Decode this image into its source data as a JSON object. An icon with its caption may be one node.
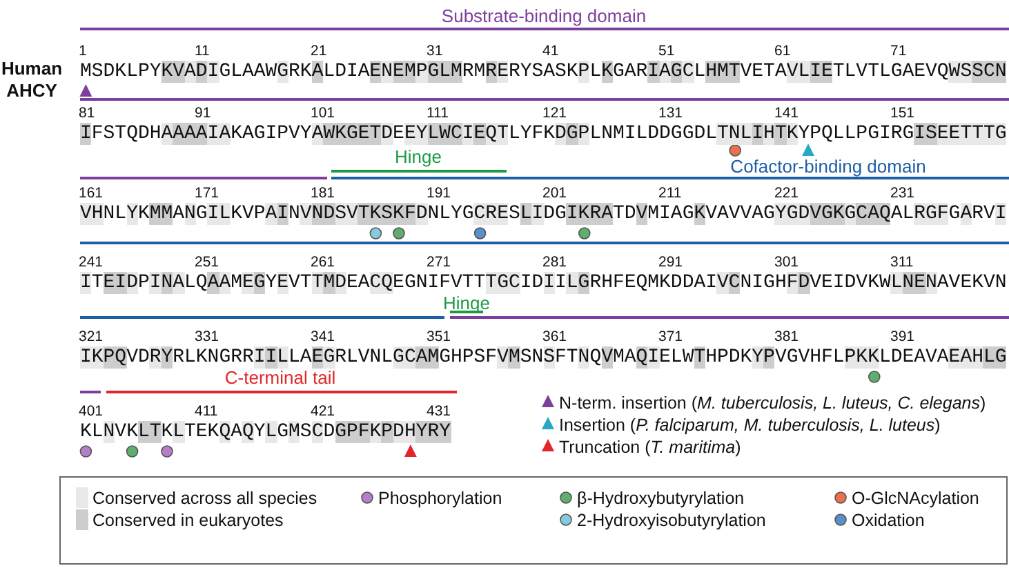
{
  "diagram": {
    "labels": [
      "Substrate-binding domain",
      "1",
      "11",
      "21",
      "31",
      "41",
      "51",
      "61",
      "71",
      "Human AHCY",
      "MSDKLPYKVADIGLAAWGRKALDIAENEMPGLMRMRERYSASKPLKGARIAGCLHMTVETAVLIETLVTLGAEVQWSSCN",
      "81",
      "91",
      "101",
      "111",
      "121",
      "131",
      "141",
      "151",
      "IFSTQDHAAAAIAKAGIPVYAWKGETDEEYLWCIEQTLYFKDGPLNMILDDGGDLTNLIHTKYPQLLPGIRGISEETTTG",
      "Hinge",
      "Cofactor-binding domain",
      "161",
      "171",
      "181",
      "191",
      "201",
      "211",
      "221",
      "231",
      "VHNLYKMMANGILKVPAINVNDSVTKSKFDNLYGCRESLIDGIKRATDVMIAGKVAVVAGYGDVGKGCAQALRGFGARVI",
      "241",
      "251",
      "261",
      "271",
      "281",
      "291",
      "301",
      "311",
      "ITEIDPINALQAAMEGYEVTTMDEACQEGNIFVTTTGCIDIILGRHFEQMKDDAIVCNIGHFDVEIDVKWLNENAVEKVN",
      "Hinge",
      "321",
      "331",
      "341",
      "351",
      "361",
      "371",
      "381",
      "391",
      "IKPQVDRYRLKNGRRIILLAEGRLVNLGCAMGHPSFVMSNSFTNQVMAQIELWTHPDKYPVGVHFLPKKLDEAVAEAHLG",
      "C-terminal tail",
      "401",
      "411",
      "421",
      "431",
      "KLNVKLTKLTEKQAQYLGMSCDGPFKPDHYRY"
    ],
    "legend": [
      {
        "text": "N-term. insertion (*M. tuberculosis, L. luteus, C. elegans*)"
      },
      {
        "text": "Insertion (*P. falciparum, M. tuberculosis, L. luteus*)"
      },
      {
        "text": "Truncation (*T. maritima*)"
      },
      {
        "text": "Conserved across all species",
        "color": "#e8e8e8"
      },
      {
        "text": "Phosphorylation",
        "color": "#b47fc6"
      },
      {
        "text": "β-Hydroxybutyrylation",
        "color": "#5fae6e"
      },
      {
        "text": "O-GlcNAcylation",
        "color": "#e8714e"
      },
      {
        "text": "Conserved in eukaryotes",
        "color": "#cdcdcd"
      },
      {
        "text": "2-Hydroxyisobutyrylation",
        "color": "#84cbe0"
      },
      {
        "text": "Oxidation",
        "color": "#5b8fc9"
      }
    ]
  }
}
